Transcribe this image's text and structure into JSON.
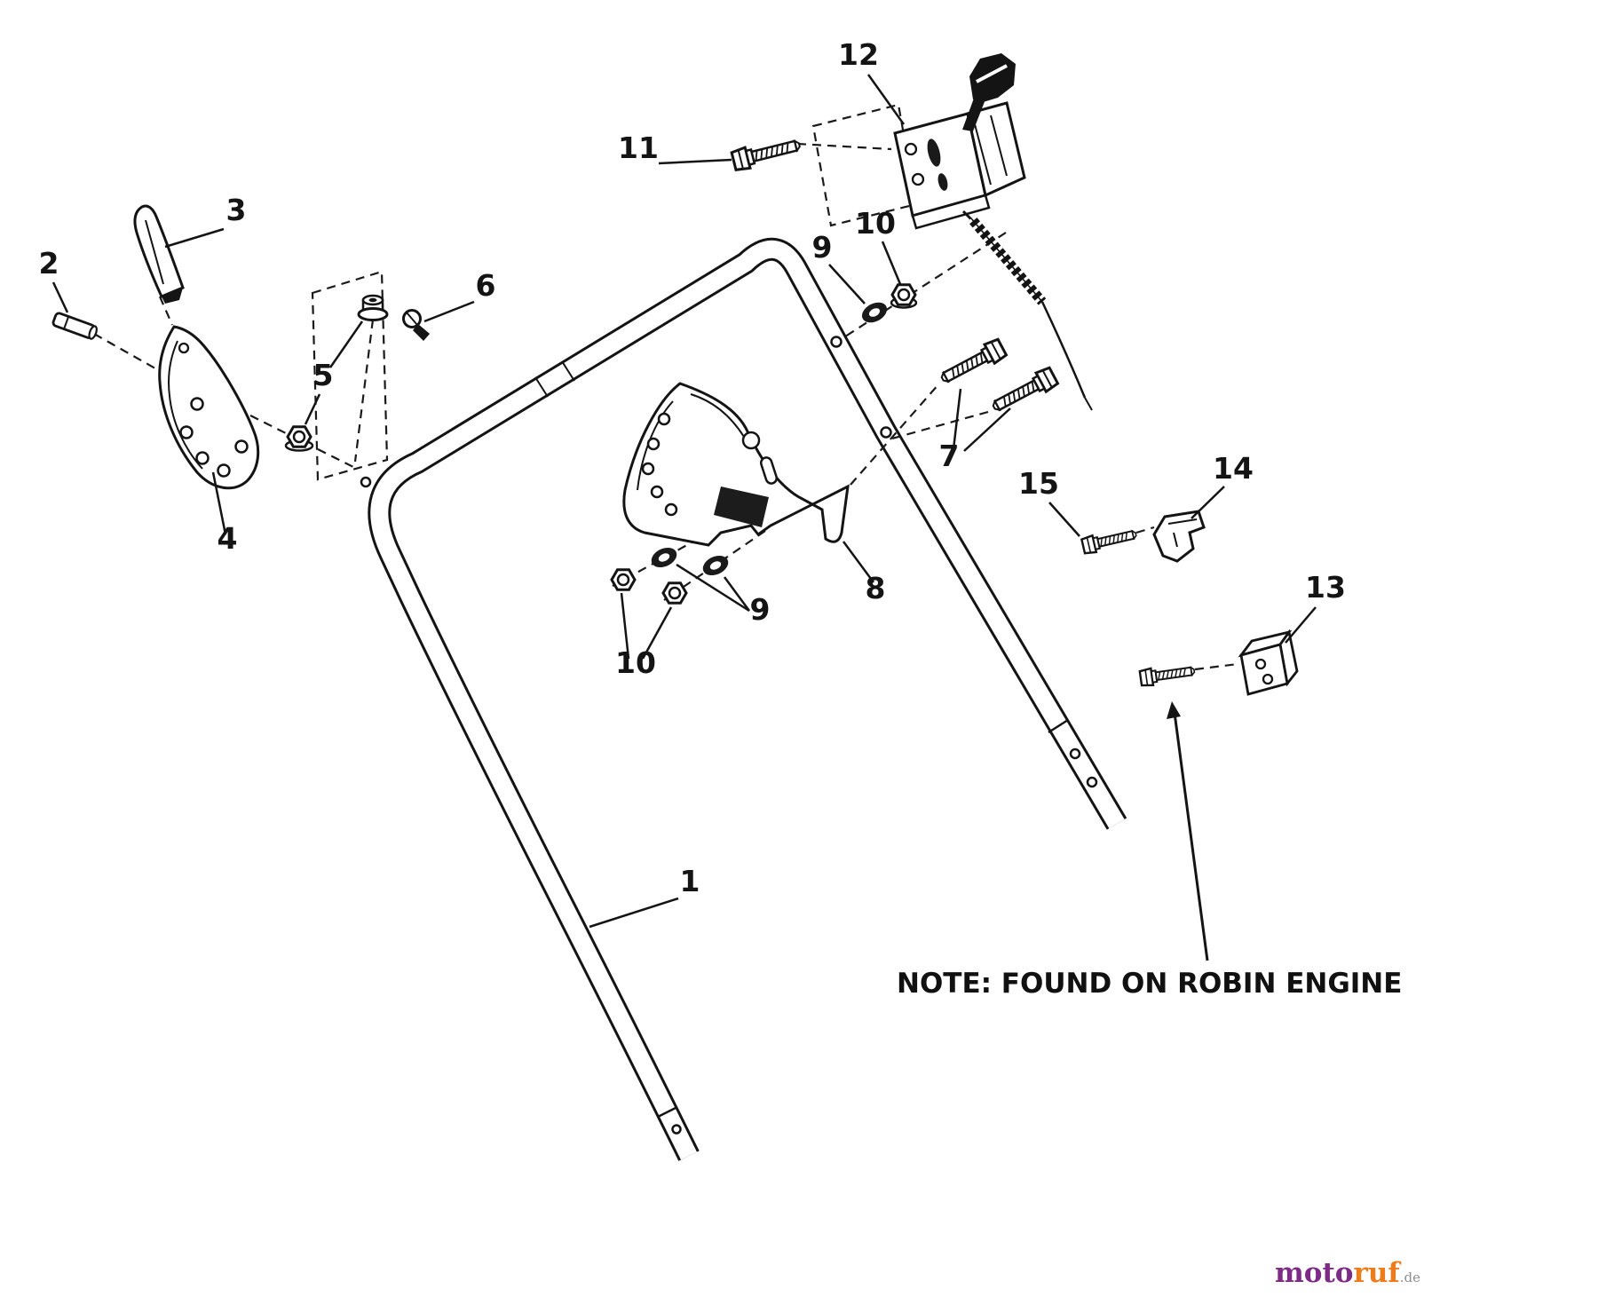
{
  "diagram": {
    "note": "NOTE: FOUND ON ROBIN ENGINE",
    "callouts": {
      "c1": "1",
      "c2": "2",
      "c3": "3",
      "c4": "4",
      "c5": "5",
      "c6": "6",
      "c7": "7",
      "c8": "8",
      "c9": "9",
      "c10": "10",
      "c11": "11",
      "c12": "12",
      "c13": "13",
      "c14": "14",
      "c15": "15"
    }
  },
  "watermark": {
    "brand_left": "moto",
    "brand_right": "ruf",
    "suffix": ".de",
    "colors": {
      "left": "#7d2c86",
      "right": "#ee7c1b"
    }
  }
}
